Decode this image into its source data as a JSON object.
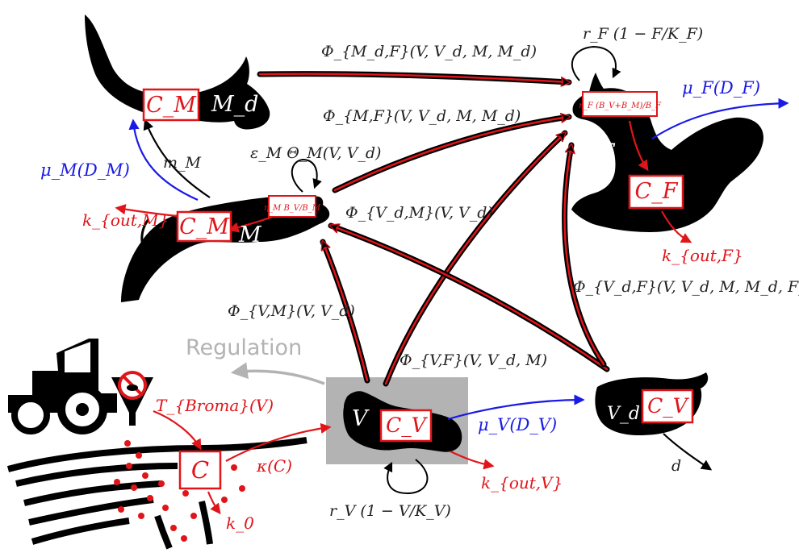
{
  "diagram": {
    "compartments": {
      "mustelid_dead_label": "M_d",
      "mustelid_label": "M",
      "fox_label": "F",
      "vole_label": "V",
      "vole_dead_label": "V_d",
      "mustelid_dead_conc": "C_M",
      "mustelid_conc": "C_M",
      "fox_conc": "C_F",
      "vole_conc": "C_V",
      "vole_dead_conc": "C_V",
      "soil_conc": "C"
    },
    "fluxes": {
      "md_to_f": "Φ_{M_d,F}(V, V_d, M, M_d)",
      "m_to_f": "Φ_{M,F}(V, V_d, M, M_d)",
      "vd_to_m": "Φ_{V_d,M}(V, V_d)",
      "v_to_m": "Φ_{V,M}(V, V_d)",
      "v_to_f": "Φ_{V,F}(V, V_d, M)",
      "vd_to_f": "Φ_{V_d,F}(V, V_d, M, M_d, F_d)",
      "m_mortality": "m_M",
      "m_self": "ε_M Θ_M(V, V_d)",
      "f_growth": "r_F (1 − F/K_F)",
      "v_growth": "r_V (1 − V/K_V)"
    },
    "red_labels": {
      "kout_m": "k_{out,M}",
      "kout_f": "k_{out,F}",
      "kout_v": "k_{out,V}",
      "k0": "k_0",
      "kappa": "κ(C)",
      "broma": "T_{Broma}(V)",
      "eta_m": "η_M B_V/B_M",
      "eta_f": "η_F (B_V+B_M)/B_F"
    },
    "blue_labels": {
      "mu_m": "μ_M(D_M)",
      "mu_f": "μ_F(D_F)",
      "mu_v": "μ_V(D_V)"
    },
    "other": {
      "regulation": "Regulation",
      "decay": "d"
    },
    "colors": {
      "red": "#e0151a",
      "blue": "#1a1ae6",
      "black": "#000000",
      "gray_box": "#b3b3b3",
      "regulation": "#b3b3b3"
    },
    "icons": [
      "mustelid-dead-icon",
      "mustelid-icon",
      "fox-icon",
      "vole-icon",
      "vole-dead-icon",
      "tractor-icon",
      "no-rodent-sign-icon",
      "soil-field-icon"
    ]
  }
}
